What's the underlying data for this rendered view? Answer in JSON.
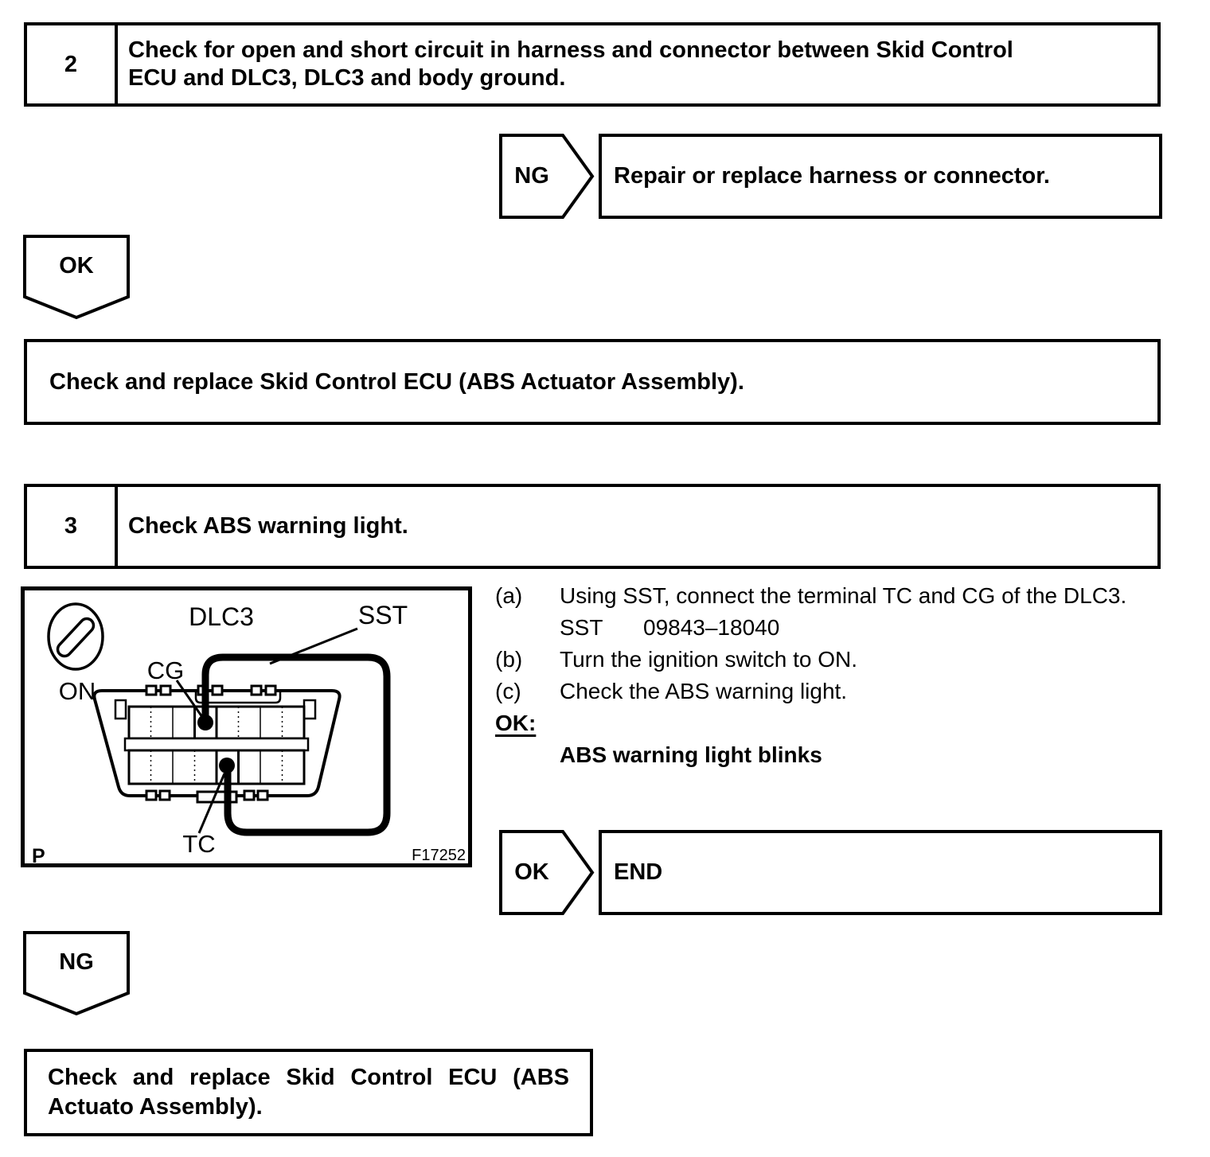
{
  "page": {
    "background": "#ffffff",
    "ink": "#000000"
  },
  "step2": {
    "number": "2",
    "title_line1": "Check for open and short circuit in harness and connector between Skid Control",
    "title_line2": "ECU and DLC3, DLC3 and body ground."
  },
  "step3": {
    "number": "3",
    "title": "Check ABS warning light."
  },
  "flow": {
    "ng_top": {
      "label": "NG",
      "action": "Repair or replace harness or connector."
    },
    "ok_top": {
      "label": "OK",
      "action": "Check and replace Skid Control ECU (ABS Actuator Assembly)."
    },
    "ok_end": {
      "label": "OK",
      "action": "END"
    },
    "ng_bottom": {
      "label": "NG",
      "action_line1": "Check and replace Skid Control ECU (ABS",
      "action_line2": "Actuato Assembly)."
    }
  },
  "instructions": {
    "a_label": "(a)",
    "a_text": "Using SST, connect the terminal TC and CG of the DLC3.",
    "sst_label": "SST",
    "sst_number": "09843–18040",
    "b_label": "(b)",
    "b_text": "Turn the ignition switch to ON.",
    "c_label": "(c)",
    "c_text": "Check the ABS warning light.",
    "ok_heading": "OK:",
    "ok_result": "ABS warning light blinks"
  },
  "diagram": {
    "connector_title": "DLC3",
    "sst": "SST",
    "cg": "CG",
    "tc": "TC",
    "ignition": "ON",
    "page_letter": "P",
    "figure_number": "F17252"
  }
}
